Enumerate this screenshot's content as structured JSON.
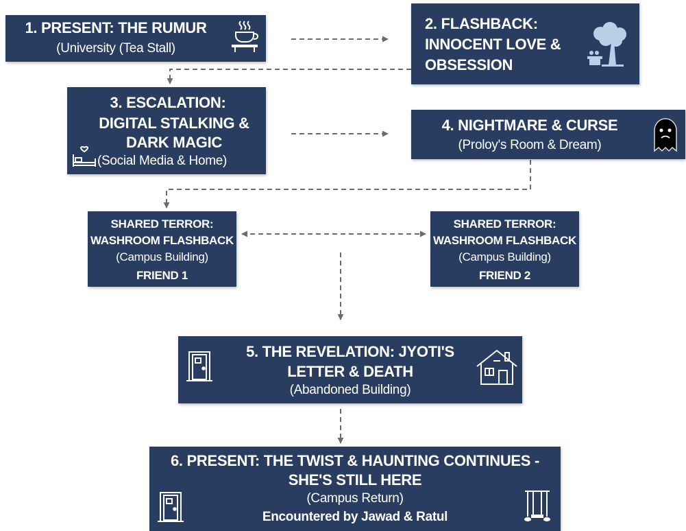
{
  "nodes": {
    "present": {
      "title": "1.  PRESENT: THE RUMUR",
      "subtitle": "(University (Tea Stall)"
    },
    "flashback": {
      "line1": "2. FLASHBACK:",
      "line2": "INNOCENT LOVE &",
      "line3": "OBSESSION"
    },
    "escalation": {
      "line1": "3. ESCALATION:",
      "line2": "DIGITAL STALKING &",
      "line3": "DARK MAGIC",
      "subtitle": "(Social Media & Home)"
    },
    "nightmare": {
      "title": "4. NIGHTMARE & CURSE",
      "subtitle": "(Proloy's Room & Dream)"
    },
    "friend1": {
      "line1": "SHARED TERROR:",
      "line2": "WASHROOM FLASHBACK",
      "line3": "(Campus Building)",
      "line4": "FRIEND 1"
    },
    "friend2": {
      "line1": "SHARED TERROR:",
      "line2": "WASHROOM FLASHBACK",
      "line3": "(Campus Building)",
      "line4": "FRIEND 2"
    },
    "revelation": {
      "line1": "5. THE REVELATION: JYOTI'S",
      "line2": "LETTER & DEATH",
      "line3": "(Abandoned Building)"
    },
    "finale": {
      "line1": "6.  PRESENT: THE TWIST & HAUNTING CONTINUES -",
      "line2": "SHE'S STILL HERE",
      "line3": "(Campus Return)",
      "line4": "Encountered by Jawad & Ratul"
    }
  },
  "icons": {
    "present": "tea-cup-icon",
    "flashback": "tree-icon",
    "escalation": "bed-icon",
    "nightmare": "ghost-icon",
    "revelation_left": "door-icon",
    "revelation_right": "house-icon",
    "finale_left": "door-icon",
    "finale_right": "swing-icon"
  },
  "colors": {
    "node_fill": "#293d61",
    "node_text": "#ffffff",
    "connector": "#6b6b6b"
  }
}
